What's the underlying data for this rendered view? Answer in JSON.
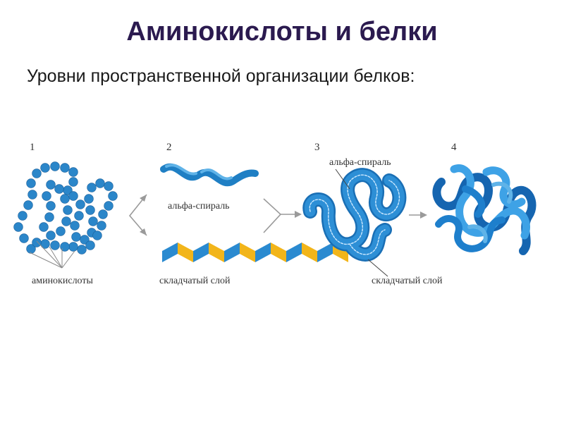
{
  "slide": {
    "title": "Аминокислоты и белки",
    "subtitle": "Уровни пространственной организации белков:"
  },
  "diagram": {
    "stage_numbers": [
      "1",
      "2",
      "3",
      "4"
    ],
    "labels": {
      "amino_acids": "аминокислоты",
      "alpha_helix_2": "альфа-спираль",
      "beta_sheet_2": "складчатый слой",
      "alpha_helix_3": "альфа-спираль",
      "beta_sheet_3": "складчатый слой"
    },
    "colors": {
      "bead": "#2b86c9",
      "helix_dark": "#1f7fc4",
      "helix_light": "#5fb3e8",
      "sheet_blue": "#2a8ad0",
      "sheet_yellow": "#f2b51a",
      "tertiary": "#2d8fd6",
      "quaternary_a": "#1565b0",
      "quaternary_b": "#3ea2e6",
      "arrow": "#9a9a9a"
    }
  }
}
